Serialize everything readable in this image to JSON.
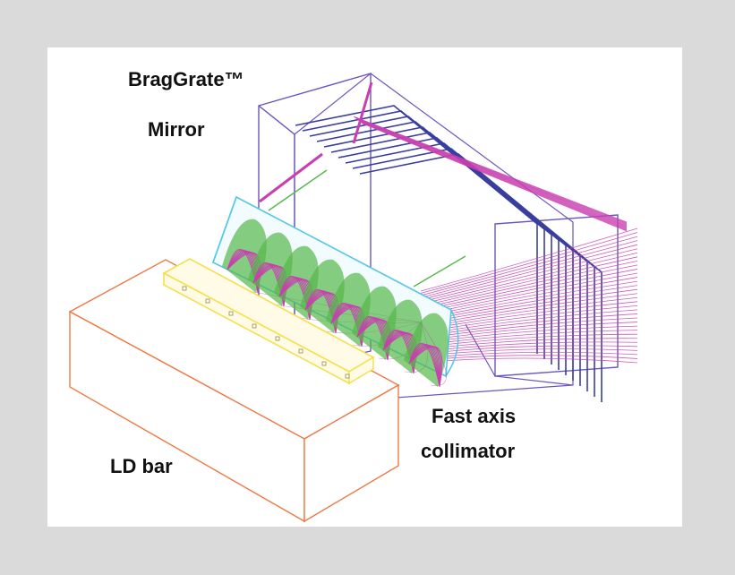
{
  "labels": {
    "bragg_grate": "BragGrate™",
    "mirror": "Mirror",
    "fast_axis_line1": "Fast axis",
    "fast_axis_line2": "collimator",
    "ld_bar": "LD bar"
  },
  "colors": {
    "background": "#d9dad9",
    "panel": "#ffffff",
    "ld_bar": "#ee7a45",
    "emitter_strip": "#f5e04a",
    "collimator": "#55c8e8",
    "mirror_frame": "#6a55bf",
    "mirror_plates": "#3a3f9e",
    "beam": "#c93fb0",
    "beam_green": "#55b84a"
  },
  "components": {
    "emitter_count": 8,
    "grating_plate_count": 10
  }
}
